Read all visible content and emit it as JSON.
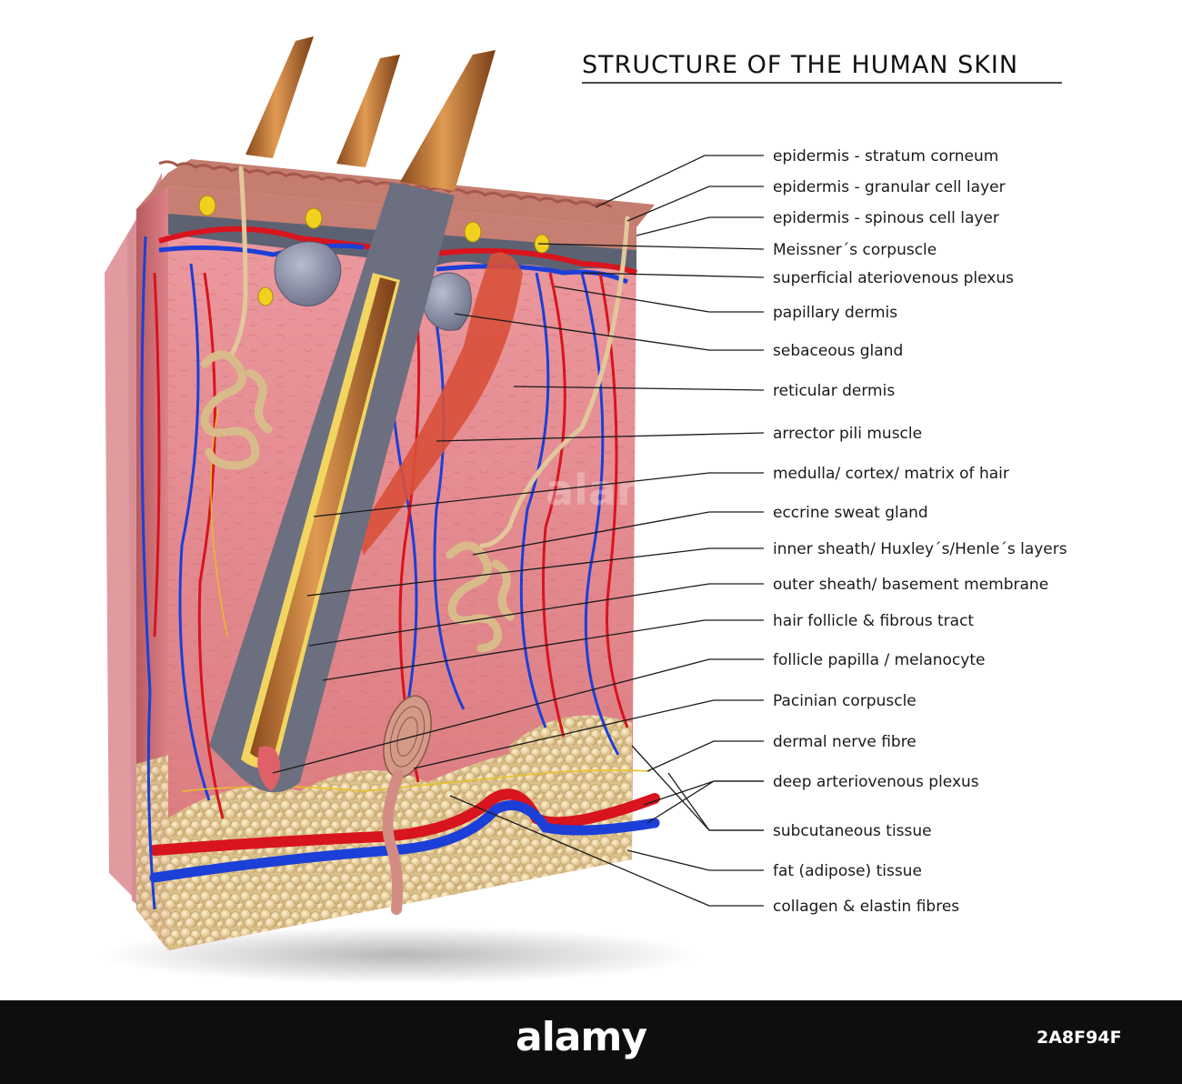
{
  "title": "STRUCTURE OF THE HUMAN SKIN",
  "labels": [
    "epidermis -  stratum corneum",
    "epidermis - granular cell layer",
    "epidermis -  spinous cell layer",
    "Meissner´s corpuscle",
    "superficial ateriovenous plexus",
    "papillary dermis",
    "sebaceous gland",
    "reticular dermis",
    "arrector pili muscle",
    "medulla/ cortex/ matrix of hair",
    "eccrine sweat gland",
    "inner sheath/ Huxley´s/Henle´s layers",
    "outer sheath/ basement membrane",
    "hair follicle & fibrous tract",
    "follicle papilla / melanocyte",
    "Pacinian corpuscle",
    "dermal nerve fibre",
    "deep arteriovenous plexus",
    "subcutaneous tissue",
    "fat (adipose) tissue",
    "collagen & elastin fibres"
  ],
  "watermark": "alamy",
  "footer": {
    "brand": "alamy",
    "image_id": "2A8F94F"
  },
  "colors": {
    "dermis": "#e48a8e",
    "epidermis": "#c97a6e",
    "subcutaneous": "#e6cf9d",
    "hair": "#c8702e",
    "artery": "#d8141e",
    "vein": "#1c3fd8",
    "nerve": "#e8c020",
    "sweat_gland": "#e2c79a",
    "sebaceous_gland": "#8a8ea6",
    "follicle_sheath": "#6c6f80",
    "footer": "#0e0e0e"
  }
}
